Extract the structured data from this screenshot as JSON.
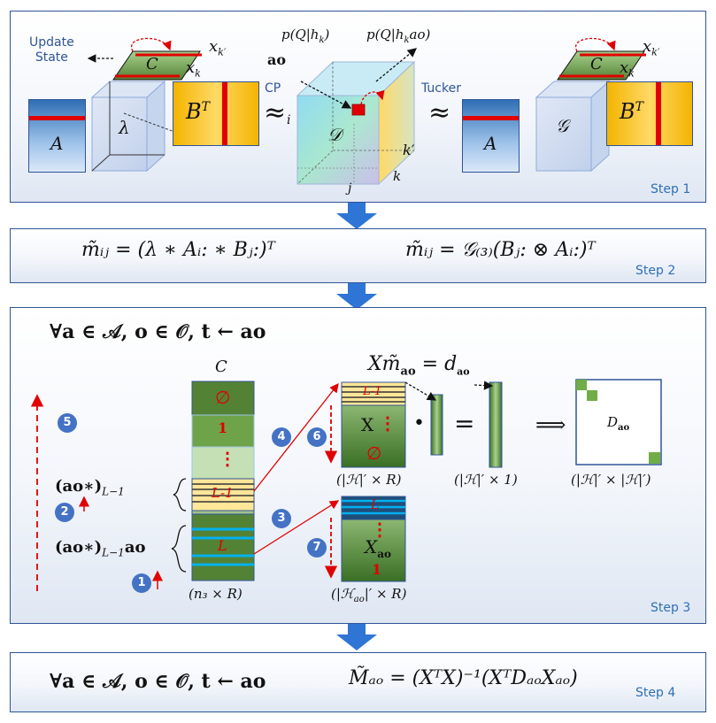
{
  "steps": [
    {
      "label": "Step 1"
    },
    {
      "label": "Step 2"
    },
    {
      "label": "Step 3"
    },
    {
      "label": "Step 4"
    }
  ],
  "step1": {
    "update_state": [
      "Update",
      "State"
    ],
    "cp_label": "CP",
    "tucker_label": "Tucker",
    "approx": "≈",
    "matrix_a": "A",
    "matrix_bt": "B",
    "bt_sup": "T",
    "lambda": "λ",
    "g_core": "𝒢",
    "c_slice": "C",
    "x_k": "x",
    "x_k_sub": "k",
    "x_kp_sub": "k′",
    "tensor_d": "𝒟",
    "p_left": "p(Q|h",
    "p_left_sub": "k",
    "p_right": "p(Q|h",
    "p_right_sub": "k",
    "p_right_tail": "ao)",
    "ao": "ao",
    "idx_i": "i",
    "idx_j": "j",
    "idx_k": "k",
    "idx_kp": "k′"
  },
  "step2": {
    "formula_cp": "m̃ᵢⱼ = (λ ∗ Aᵢ: ∗ Bⱼ:)ᵀ",
    "formula_tucker": "m̃ᵢⱼ = 𝒢₍₃₎(Bⱼ: ⊗ Aᵢ:)ᵀ"
  },
  "step3": {
    "header": "∀a ∈ 𝒜, o ∈ 𝒪, t ← ao",
    "c_label": "C",
    "c_cells": [
      "∅",
      "1",
      "⋮",
      "L-1",
      "L"
    ],
    "c_dim": "(n₃ × R)",
    "ao_star_l1": "(ao∗)",
    "ao_star_l1_sub": "L−1",
    "ao_star_l1ao": "(ao∗)",
    "ao_star_l1ao_sub": "L−1",
    "ao_star_l1ao_tail": "ao",
    "equation": "Xm̃",
    "equation_sub": "ao",
    "equation_rhs": "= d",
    "equation_rhs_sub": "ao",
    "x_matrix": "X",
    "x_cells": [
      "L-1",
      "⋮",
      "∅"
    ],
    "x_dim": "(|ℋ|′ × R)",
    "dot": "•",
    "equals": "=",
    "vec_dim": "(|ℋ|′ × 1)",
    "implies": "⟹",
    "d_ao": "D",
    "d_ao_sub": "ao",
    "d_dim": "(|ℋ|′ × |ℋ|′)",
    "xao_matrix": "X",
    "xao_sub": "ao",
    "xao_cells": [
      "L",
      "⋮",
      "1"
    ],
    "xao_dim": "(|ℋ",
    "xao_dim_sub": "ao",
    "xao_dim_tail": "|′ × R)",
    "badges": [
      "1",
      "2",
      "3",
      "4",
      "5",
      "6",
      "7"
    ]
  },
  "step4": {
    "header": "∀a ∈ 𝒜, o ∈ 𝒪, t ← ao",
    "formula": "M̃ₐₒ = (XᵀX)⁻¹(XᵀDₐₒXₐₒ)"
  },
  "colors": {
    "border": "#2f5597",
    "accent_blue": "#2f6fb5",
    "arrow_blue": "#2e75d6",
    "red": "#e00000",
    "green": "#70ad47",
    "yellow": "#f4b400",
    "badge": "#4472c4"
  }
}
